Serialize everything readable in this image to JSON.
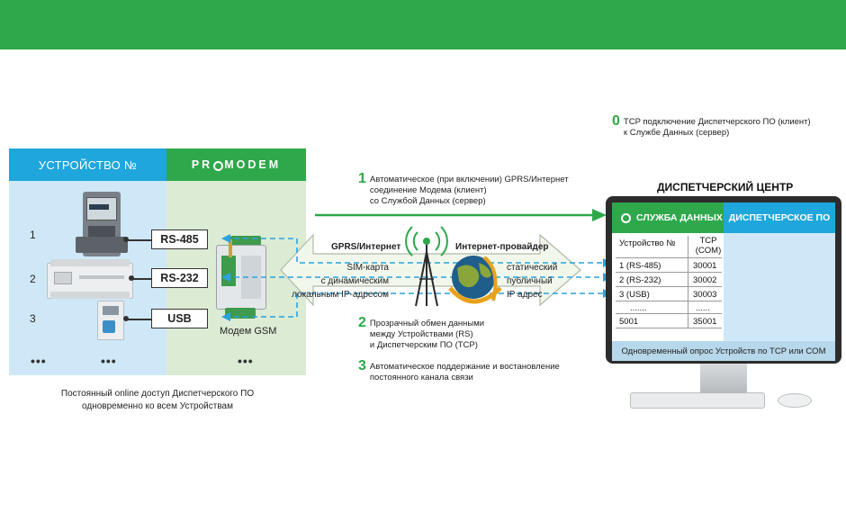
{
  "header": {
    "bar_color": "#2ea84a"
  },
  "device_panel": {
    "title": "УСТРОЙСТВО №",
    "brand_pre": "PR",
    "brand_post": "MODEM",
    "rows": [
      {
        "number": "1",
        "port": "RS-485"
      },
      {
        "number": "2",
        "port": "RS-232"
      },
      {
        "number": "3",
        "port": "USB"
      }
    ],
    "ellipsis": "•••",
    "modem_label": "Модем GSM",
    "caption_line1": "Постоянный online доступ Диспетчерского ПО",
    "caption_line2": "одновременно ко всем Устройствам"
  },
  "network": {
    "gprs_label": "GPRS/Интернет",
    "provider_label": "Интернет-провайдер",
    "sim_line1": "SIM-карта",
    "sim_line2": "с динамическим",
    "sim_line3": "локальным IP-адресом",
    "ip_line1": "статический",
    "ip_line2": "публичный",
    "ip_line3": "IP адрес"
  },
  "steps": [
    {
      "num": "0",
      "line1": "TCP подключение Диспетчерского ПО (клиент)",
      "line2": "к Службе Данных (сервер)",
      "line3": ""
    },
    {
      "num": "1",
      "line1": "Автоматическое (при включении) GPRS/Интернет",
      "line2": "соединение Модема (клиент)",
      "line3": "со Службой Данных (сервер)"
    },
    {
      "num": "2",
      "line1": "Прозрачный обмен данными",
      "line2": "между Устройствами (RS)",
      "line3": "и Диспетчерским ПО (TCP)"
    },
    {
      "num": "3",
      "line1": "Автоматическое поддержание и востановление",
      "line2": "постоянного канала связи",
      "line3": ""
    }
  ],
  "dispatch": {
    "title": "ДИСПЕТЧЕРСКИЙ ЦЕНТР",
    "service_label": "СЛУЖБА ДАННЫХ",
    "software_label": "ДИСПЕТЧЕРСКОЕ ПО",
    "col_device": "Устройство №",
    "col_tcp_1": "TCP",
    "col_tcp_2": "(COM)",
    "rows": [
      {
        "device": "1 (RS-485)",
        "port": "30001"
      },
      {
        "device": "2 (RS-232)",
        "port": "30002"
      },
      {
        "device": "3 (USB)",
        "port": "30003"
      },
      {
        "device": ".......",
        "port": "......"
      },
      {
        "device": "5001",
        "port": "35001"
      }
    ],
    "footer": "Одновременный опрос Устройств по TCP или COM"
  },
  "colors": {
    "green": "#2ea84a",
    "blue": "#1fa6dc",
    "dashed_blue": "#2aa3e0",
    "light_blue": "#cfe8f7",
    "light_green": "#dcebd4"
  }
}
